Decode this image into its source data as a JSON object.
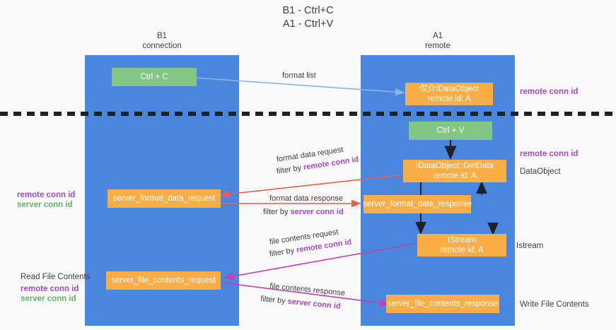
{
  "title": {
    "line1": "B1 - Ctrl+C",
    "line2": "A1 - Ctrl+V"
  },
  "columns": {
    "left": {
      "name": "B1",
      "role": "connection"
    },
    "right": {
      "name": "A1",
      "role": "remote"
    }
  },
  "nodes": {
    "ctrl_c": {
      "label": "Ctrl + C",
      "color": "#82c785"
    },
    "ctrl_v": {
      "label": "Ctrl + V",
      "color": "#82c785"
    },
    "idataobject": {
      "line1": "仅介IDataObject",
      "line2": "remote id: A",
      "color": "#fbae45"
    },
    "getdata": {
      "line1": "IDataObject::GetData",
      "line2": "remote id: A",
      "color": "#fbae45"
    },
    "istream": {
      "line1": "IStream",
      "line2": "remote id: A",
      "color": "#fbae45"
    },
    "fmt_request": {
      "label": "server_format_data_request",
      "color": "#fbae45"
    },
    "fmt_response": {
      "label": "server_format_data_response",
      "color": "#fbae45"
    },
    "file_request": {
      "label": "server_file_contents_request",
      "color": "#fbae45"
    },
    "file_response": {
      "label": "server_file_contents_response",
      "color": "#fbae45"
    }
  },
  "edges": {
    "format_list": {
      "label": "format list"
    },
    "format_data_request": {
      "label": "format data request",
      "filter_prefix": "filter by ",
      "filter_key": "remote conn id"
    },
    "format_data_response": {
      "label": "format data response",
      "filter_prefix": "filter by ",
      "filter_key": "server conn id"
    },
    "file_contents_request": {
      "label": "file contents request",
      "filter_prefix": "filter by ",
      "filter_key": "remote conn id"
    },
    "file_contents_response": {
      "label": "file contents response",
      "filter_prefix": "filter by ",
      "filter_key": "server conn id"
    }
  },
  "annotations": {
    "right_remote_conn_top": "remote conn id",
    "right_remote_conn_mid": "remote conn id",
    "right_dataobject": "DataObject",
    "right_istream": "Istream",
    "right_write_file": "Write File Contents",
    "left_remote_conn_mid": "remote conn id",
    "left_server_conn_mid": "server conn id",
    "left_read_file": "Read File Contents",
    "left_remote_conn_bottom": "remote conn id",
    "left_server_conn_bottom": "server conn id"
  },
  "colors": {
    "lane": "#4a86dd",
    "green_node": "#82c785",
    "orange_node": "#fbae45",
    "remote_conn": "#a549c4",
    "server_conn": "#63b46a",
    "arrow_blue": "#8ab4e8",
    "arrow_red": "#e8604c",
    "arrow_magenta": "#c43fb0",
    "arrow_black": "#202124",
    "background": "#fafafa"
  }
}
